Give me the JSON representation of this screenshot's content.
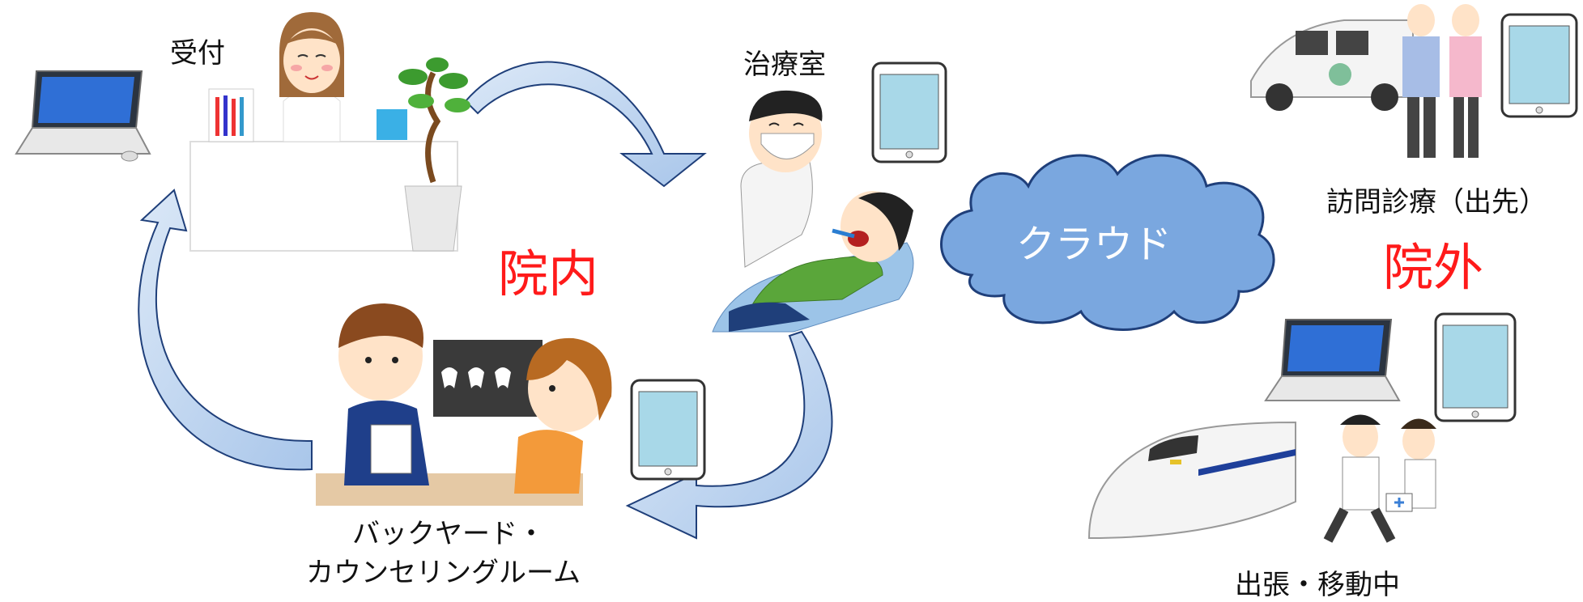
{
  "labels": {
    "reception": "受付",
    "treatment_room": "治療室",
    "backyard_line1": "バックヤード・",
    "backyard_line2": "カウンセリングルーム",
    "home_visit": "訪問診療（出先）",
    "business_trip": "出張・移動中"
  },
  "regions": {
    "inside": "院内",
    "outside": "院外"
  },
  "cloud": {
    "label": "クラウド"
  },
  "colors": {
    "region_text": "#ff1a1a",
    "cloud_fill": "#7aa7df",
    "cloud_stroke": "#1f3f7a",
    "arrow_fill": "#c7d9ef",
    "arrow_stroke": "#1f3f7a",
    "tablet_screen": "#a8d8e8"
  },
  "icons": [
    "laptop-icon",
    "tablet-icon",
    "dentist-icon",
    "patient-icon",
    "receptionist-icon",
    "plant-icon",
    "van-icon",
    "nurse-icon",
    "doctor-icon",
    "bullet-train-icon"
  ]
}
